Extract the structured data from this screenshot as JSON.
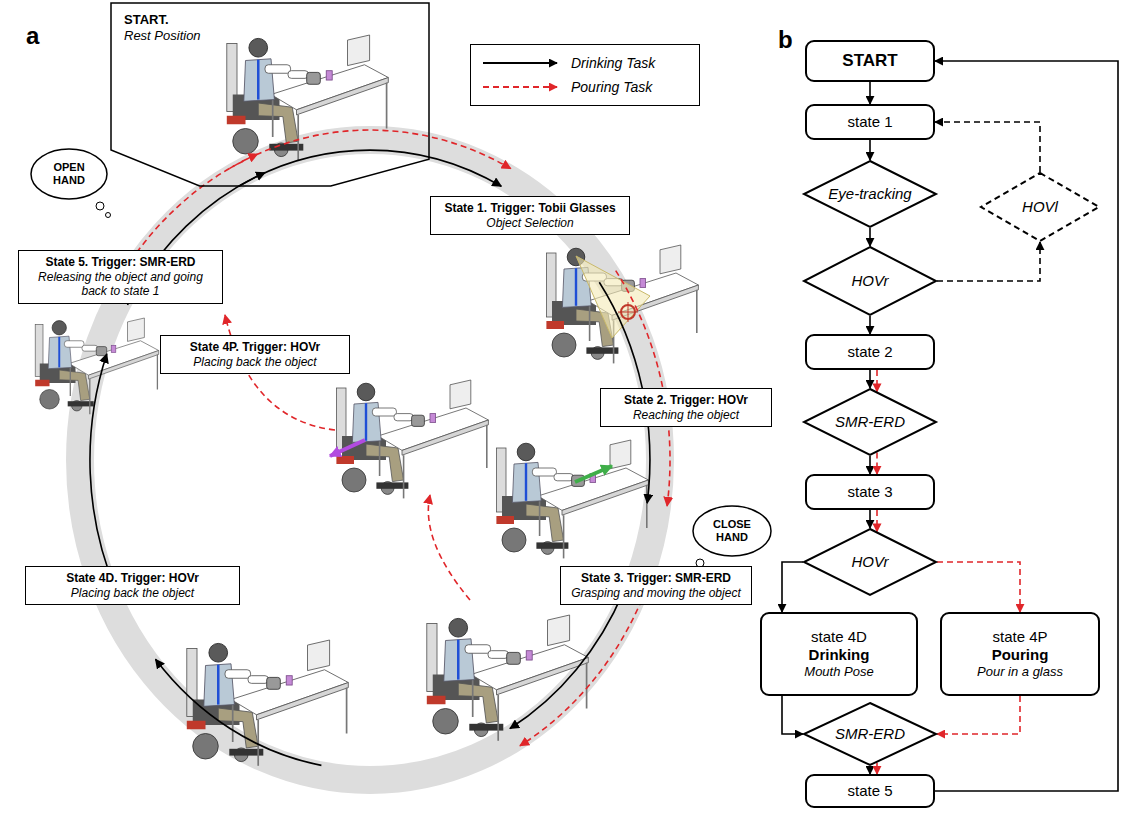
{
  "diagram": {
    "nodes": [
      {
        "text": [
          "START.",
          "Rest Position"
        ]
      },
      {
        "text": [
          "State 1. Trigger: Tobii Glasses",
          "Object Selection"
        ]
      },
      {
        "text": [
          "OPEN HAND"
        ]
      },
      {
        "text": [
          "State 5. Trigger: SMR-ERD",
          "Releasing the object and going back to state 1"
        ]
      },
      {
        "text": [
          "State 4P. Trigger: HOVr",
          "Placing back the object"
        ]
      },
      {
        "text": [
          "State 2. Trigger: HOVr",
          "Reaching the object"
        ]
      },
      {
        "text": [
          "CLOSE HAND"
        ]
      },
      {
        "text": [
          "State 3. Trigger: SMR-ERD",
          "Grasping and moving the object"
        ]
      },
      {
        "text": [
          "State 4D. Trigger: HOVr",
          "Placing back the object"
        ]
      },
      {
        "text": [
          "START"
        ]
      },
      {
        "text": [
          "state 1"
        ]
      },
      {
        "text": [
          "Eye-tracking"
        ]
      },
      {
        "text": [
          "HOVr"
        ]
      },
      {
        "text": [
          "HOVl"
        ]
      },
      {
        "text": [
          "state 2"
        ]
      },
      {
        "text": [
          "SMR-ERD"
        ]
      },
      {
        "text": [
          "state 3"
        ]
      },
      {
        "text": [
          "HOVr"
        ]
      },
      {
        "text": [
          "state 4D",
          "Drinking",
          "Mouth Pose"
        ]
      },
      {
        "text": [
          "state 4P",
          "Pouring",
          "Pour in a glass"
        ]
      },
      {
        "text": [
          "SMR-ERD"
        ]
      },
      {
        "text": [
          "state 5"
        ]
      }
    ],
    "edges": [
      {
        "from": 9,
        "to": 10,
        "arrow": "to"
      },
      {
        "from": 10,
        "to": 11,
        "arrow": "to"
      },
      {
        "from": 11,
        "to": 12,
        "arrow": "to"
      },
      {
        "from": 12,
        "to": 14,
        "arrow": "to"
      },
      {
        "from": 12,
        "to": 13,
        "arrow": "to"
      },
      {
        "from": 13,
        "to": 10,
        "arrow": "to"
      },
      {
        "from": 14,
        "to": 15,
        "arrow": "to"
      },
      {
        "from": 15,
        "to": 16,
        "arrow": "to"
      },
      {
        "from": 16,
        "to": 17,
        "arrow": "to"
      },
      {
        "from": 17,
        "to": 18,
        "arrow": "to"
      },
      {
        "from": 17,
        "to": 19,
        "arrow": "to"
      },
      {
        "from": 18,
        "to": 20,
        "arrow": "to"
      },
      {
        "from": 19,
        "to": 20,
        "arrow": "to"
      },
      {
        "from": 20,
        "to": 21,
        "arrow": "to"
      },
      {
        "from": 21,
        "to": 9,
        "arrow": "to"
      }
    ],
    "labels": [
      "a",
      "b"
    ],
    "legend": [
      {
        "text": "Drinking Task"
      },
      {
        "text": "Pouring Task"
      }
    ]
  }
}
